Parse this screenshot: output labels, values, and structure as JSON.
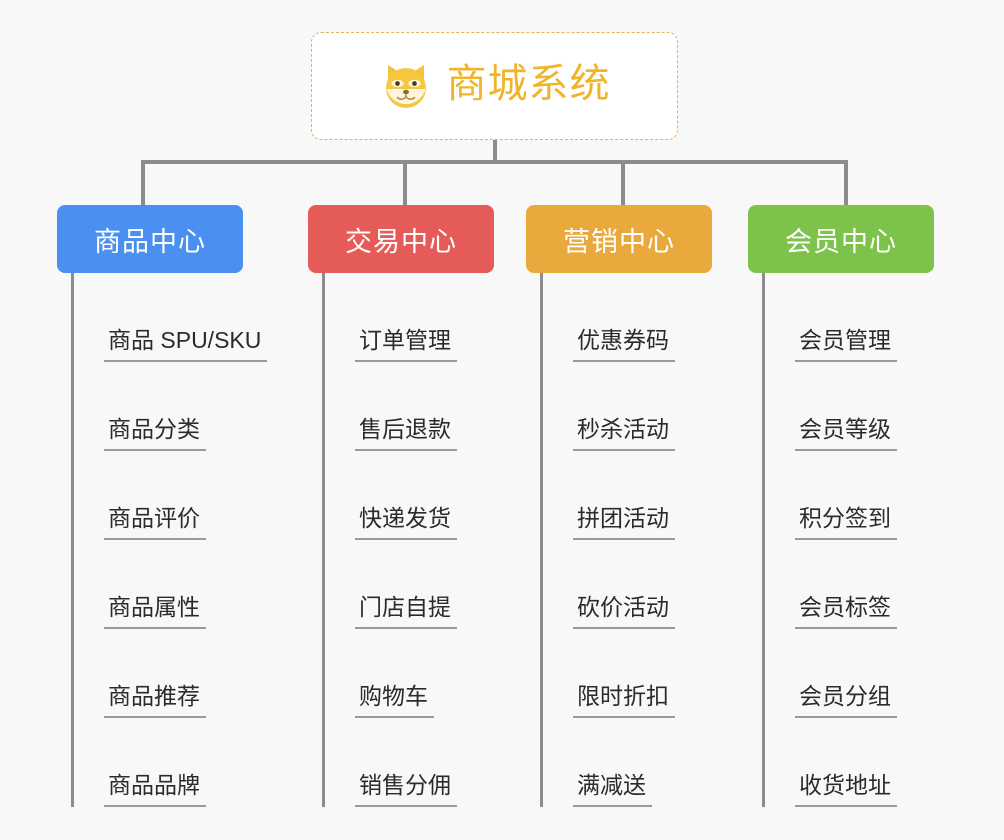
{
  "page": {
    "background_color": "#f8f8f8",
    "type": "mindmap"
  },
  "root": {
    "title": "商城系统",
    "icon": "shiba-dog-emoji",
    "border_color": "#e8b055",
    "text_color": "#f0b429"
  },
  "categories": [
    {
      "label": "商品中心",
      "color": "#4a90f0",
      "items": [
        "商品 SPU/SKU",
        "商品分类",
        "商品评价",
        "商品属性",
        "商品推荐",
        "商品品牌"
      ]
    },
    {
      "label": "交易中心",
      "color": "#e45b58",
      "items": [
        "订单管理",
        "售后退款",
        "快递发货",
        "门店自提",
        "购物车",
        "销售分佣"
      ]
    },
    {
      "label": "营销中心",
      "color": "#eaa93c",
      "items": [
        "优惠券码",
        "秒杀活动",
        "拼团活动",
        "砍价活动",
        "限时折扣",
        "满减送"
      ]
    },
    {
      "label": "会员中心",
      "color": "#7cc24b",
      "items": [
        "会员管理",
        "会员等级",
        "积分签到",
        "会员标签",
        "会员分组",
        "收货地址"
      ]
    }
  ]
}
